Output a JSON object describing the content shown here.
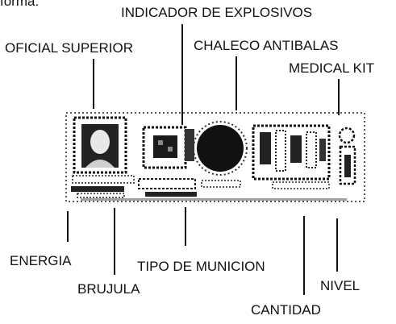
{
  "partial_text": "forma:",
  "labels": {
    "explosive_indicator": "INDICADOR DE EXPLOSIVOS",
    "senior_officer": "OFICIAL SUPERIOR",
    "bulletproof_vest": "CHALECO ANTIBALAS",
    "medical_kit": "MEDICAL KIT",
    "energy": "ENERGIA",
    "ammo_type": "TIPO DE MUNICION",
    "compass": "BRUJULA",
    "level": "NIVEL",
    "quantity": "CANTIDAD"
  }
}
